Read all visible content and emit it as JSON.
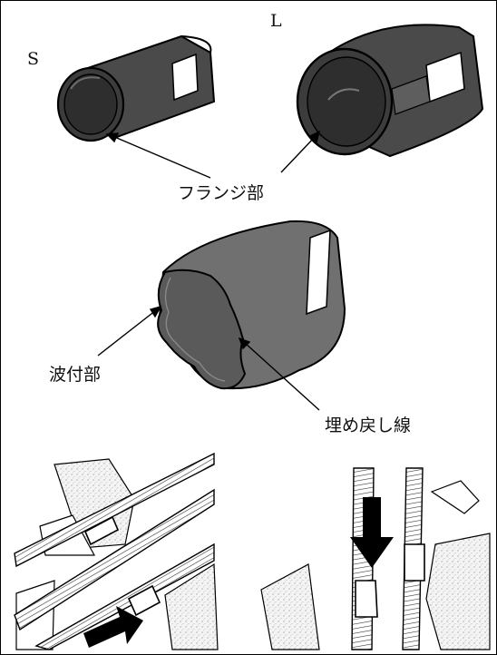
{
  "labels": {
    "s": "S",
    "l": "L",
    "flange": "フランジ部",
    "wave": "波付部",
    "backfill": "埋め戻し線"
  },
  "colors": {
    "sleeve_fill": "#4a4a4a",
    "sleeve_dark": "#2e2e2e",
    "sleeve_mid": "#6b6b6b",
    "line": "#000000",
    "pipe_fill": "#ffffff",
    "stone_fill": "#f2f2f2",
    "arrow_fill": "#000000"
  },
  "icons": {
    "sleeve_s": "small-sleeve-illustration",
    "sleeve_l": "large-sleeve-illustration",
    "sleeve_wave": "corrugated-sleeve-illustration",
    "install_horizontal": "horizontal-pipe-installation-illustration",
    "install_vertical": "vertical-pipe-installation-illustration"
  }
}
